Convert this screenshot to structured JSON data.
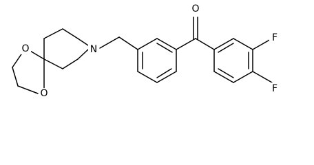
{
  "atoms": [
    {
      "id": "N1",
      "label": "N"
    },
    {
      "id": "O1",
      "label": "O"
    },
    {
      "id": "O2",
      "label": "O"
    },
    {
      "id": "O3",
      "label": "O"
    },
    {
      "id": "F1",
      "label": "F"
    },
    {
      "id": "F2",
      "label": "F"
    }
  ],
  "colors": {
    "bond": "#000000",
    "label": "#000000",
    "background": "#ffffff"
  }
}
